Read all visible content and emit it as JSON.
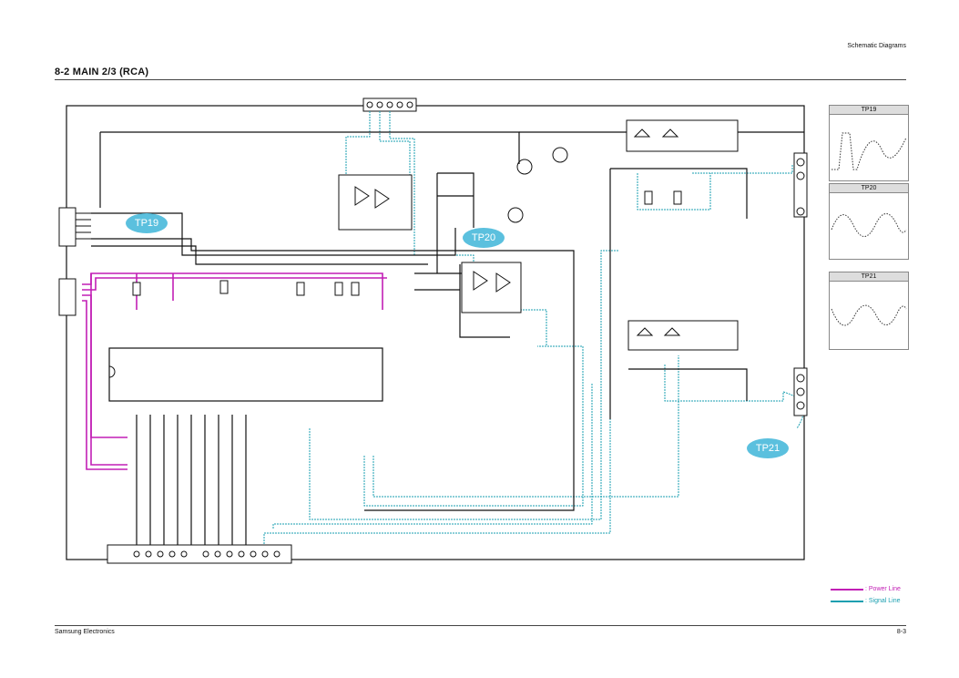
{
  "header": {
    "section": "Schematic Diagrams",
    "title": "8-2 MAIN 2/3 (RCA)"
  },
  "footer": {
    "company": "Samsung Electronics",
    "page": "8-3"
  },
  "test_points": {
    "tp19": "TP19",
    "tp20": "TP20",
    "tp21": "TP21"
  },
  "waveforms": [
    {
      "label": "TP19"
    },
    {
      "label": "TP20"
    },
    {
      "label": "TP21"
    }
  ],
  "legend": {
    "power": {
      "label": ": Power Line",
      "color": "#c21fb5"
    },
    "signal": {
      "label": ": Signal Line",
      "color": "#1a9fb0"
    }
  }
}
